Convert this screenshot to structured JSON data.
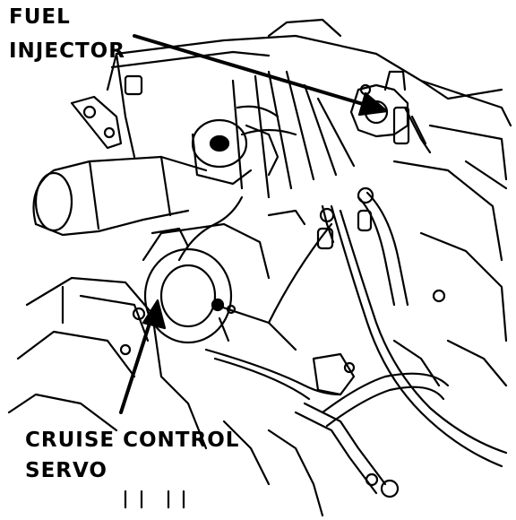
{
  "labels": {
    "fuel_injector": [
      "FUEL",
      "INJECTOR"
    ],
    "cruise_control_servo": [
      "CRUISE CONTROL",
      "SERVO"
    ]
  },
  "colors": {
    "ink": "#000000",
    "paper": "#ffffff"
  }
}
